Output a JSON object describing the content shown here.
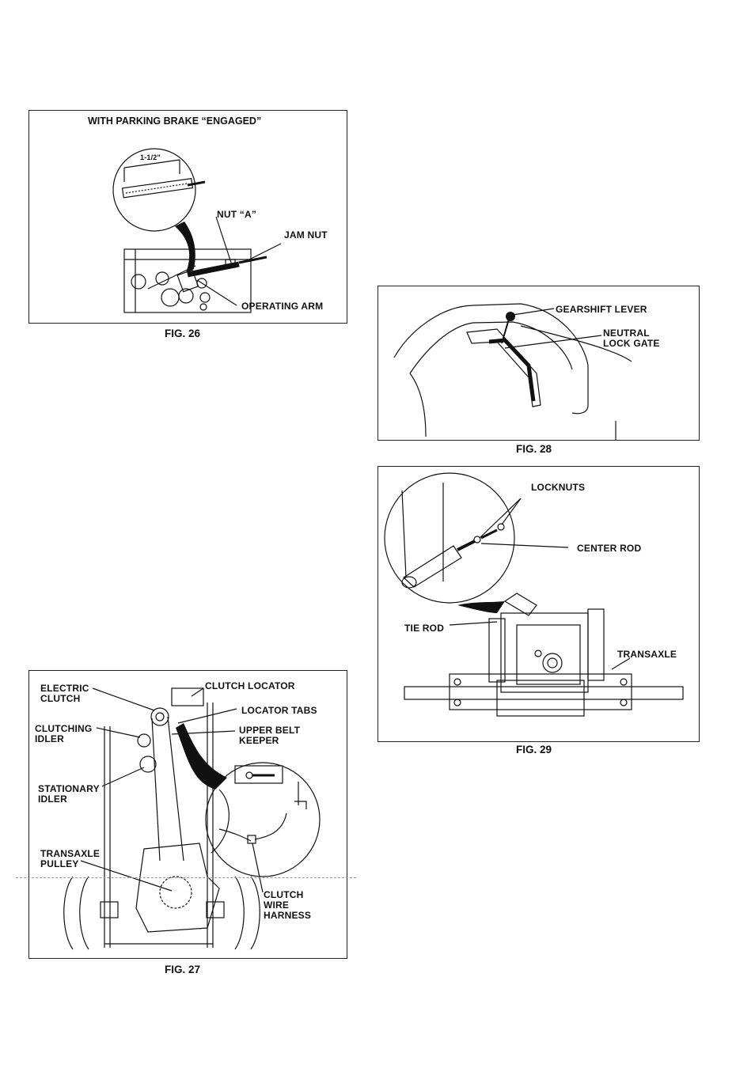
{
  "fig26": {
    "title": "WITH PARKING BRAKE “ENGAGED”",
    "caption": "FIG. 26",
    "dimension": "1-1/2\"",
    "labels": {
      "nut_a": "NUT “A”",
      "jam_nut": "JAM NUT",
      "operating_arm": "OPERATING ARM"
    }
  },
  "fig27": {
    "caption": "FIG. 27",
    "labels": {
      "electric_clutch": "ELECTRIC\nCLUTCH",
      "clutch_locator": "CLUTCH LOCATOR",
      "locator_tabs": "LOCATOR TABS",
      "clutching_idler": "CLUTCHING\nIDLER",
      "upper_belt_keeper": "UPPER BELT\nKEEPER",
      "stationary_idler": "STATIONARY\nIDLER",
      "transaxle_pulley": "TRANSAXLE\nPULLEY",
      "clutch_wire_harness": "CLUTCH\nWIRE\nHARNESS"
    }
  },
  "fig28": {
    "caption": "FIG. 28",
    "labels": {
      "gearshift_lever": "GEARSHIFT LEVER",
      "neutral_lock_gate": "NEUTRAL\nLOCK GATE"
    }
  },
  "fig29": {
    "caption": "FIG. 29",
    "labels": {
      "locknuts": "LOCKNUTS",
      "center_rod": "CENTER ROD",
      "tie_rod": "TIE ROD",
      "transaxle": "TRANSAXLE"
    }
  }
}
